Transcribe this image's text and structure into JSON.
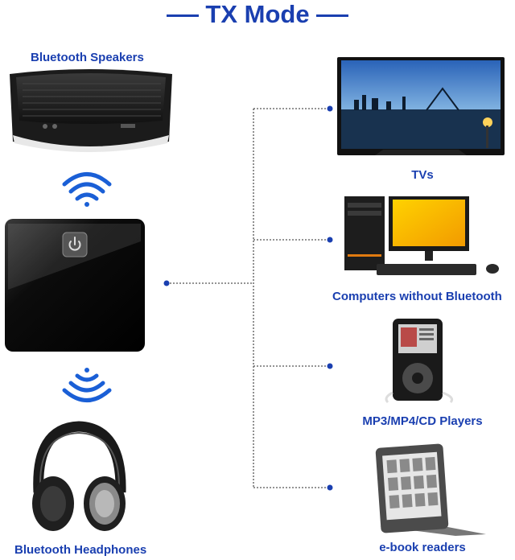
{
  "title": "TX Mode",
  "colors": {
    "accent": "#1a3fb0"
  },
  "devices": {
    "speakers": "Bluetooth Speakers",
    "headphones": "Bluetooth Headphones",
    "tvs": "TVs",
    "computers": "Computers without Bluetooth",
    "players": "MP3/MP4/CD Players",
    "ebook": "e-book readers"
  },
  "icons": {
    "wifi_top": "wifi-signal-icon",
    "wifi_bottom": "wifi-signal-icon",
    "power": "power-icon"
  }
}
